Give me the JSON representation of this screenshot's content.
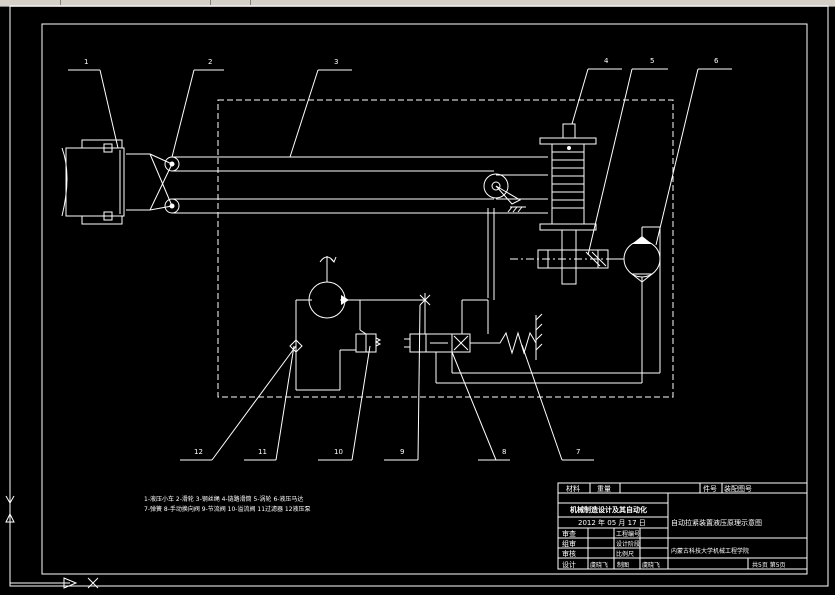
{
  "callouts": [
    "1",
    "2",
    "3",
    "4",
    "5",
    "6",
    "7",
    "8",
    "9",
    "10",
    "11",
    "12"
  ],
  "legend": {
    "line1": "1-液压小车 2-滑轮 3-钢丝绳 4-链路滑筒 5-涡轮 6-液压马达",
    "line2": "7-弹簧 8-手动换向阀 9-节流阀 10-溢流阀 11过滤器 12液压泵"
  },
  "title_block": {
    "material_label": "材料",
    "weight_label": "重量",
    "piece_number_label": "件号",
    "drawing_number_label": "装配图号",
    "course_title": "机械制造设计及其自动化",
    "date": "2012 年 05 月 17 日",
    "drawing_title": "自动拉紧装置液压原理示意图",
    "row_labels": [
      "审查",
      "组审",
      "审核",
      "设计"
    ],
    "designer_1": "虞晓飞",
    "drawing_label": "制图",
    "designer_2": "虞晓飞",
    "sub_labels": [
      "工程编号",
      "设计阶段",
      "比例尺"
    ],
    "school": "内蒙古科技大学机械工程学院",
    "sheet_info": "共5页 第5页"
  }
}
